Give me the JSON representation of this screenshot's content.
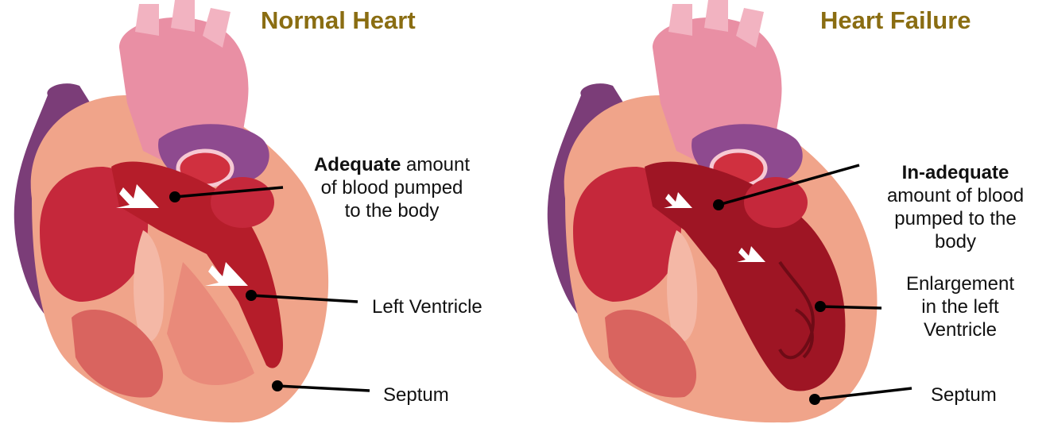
{
  "left": {
    "title": "Normal Heart",
    "callout_bold": "Adequate",
    "callout_rest": "amount",
    "callout_line2": "of blood pumped",
    "callout_line3": "to the body",
    "ventricle_label": "Left Ventricle",
    "septum_label": "Septum"
  },
  "right": {
    "title": "Heart Failure",
    "callout_bold": "In-adequate",
    "callout_line2": "amount of blood",
    "callout_line3": "pumped to the",
    "callout_line4": "body",
    "enlargement_line1": "Enlargement",
    "enlargement_line2": "in the left",
    "enlargement_line3": "Ventricle",
    "septum_label": "Septum"
  },
  "colors": {
    "title": "#8a6d12",
    "aorta_pink": "#e98fa4",
    "vein_purple": "#7b3d78",
    "muscle_red": "#b51d2a",
    "chamber_dark": "#8a0f1c",
    "outer_salmon": "#f0a48a"
  }
}
